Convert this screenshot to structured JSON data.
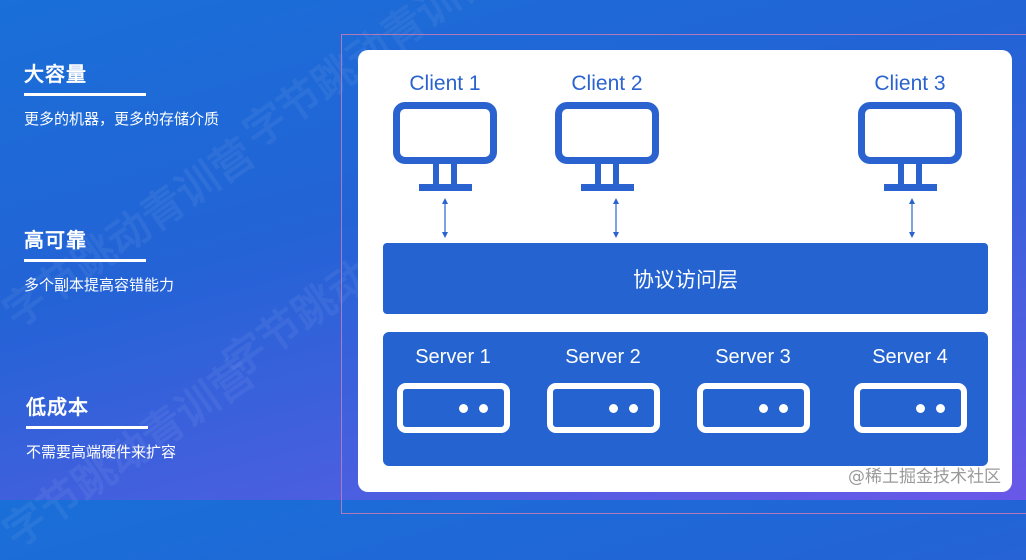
{
  "watermark": "字节跳动青训营",
  "features": [
    {
      "title": "大容量",
      "desc": "更多的机器，更多的存储介质"
    },
    {
      "title": "高可靠",
      "desc": "多个副本提高容错能力"
    },
    {
      "title": "低成本",
      "desc": "不需要高端硬件来扩容"
    }
  ],
  "diagram": {
    "clients": [
      "Client 1",
      "Client 2",
      "Client 3"
    ],
    "protocol_layer": "协议访问层",
    "servers": [
      "Server 1",
      "Server 2",
      "Server 3",
      "Server 4"
    ],
    "color": "#2563d0"
  },
  "credit": "@稀土掘金技术社区"
}
